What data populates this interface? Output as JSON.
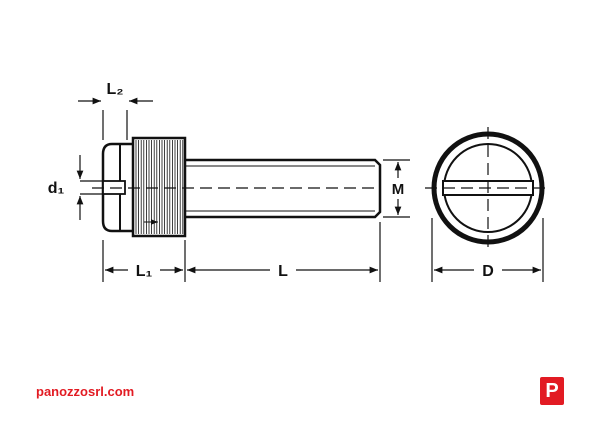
{
  "labels": {
    "l2": "L₂",
    "d1": "d₁",
    "m": "M",
    "l1": "L₁",
    "l": "L",
    "d": "D"
  },
  "footer": {
    "website": "panozzosrl.com",
    "logo_letter": "P"
  },
  "colors": {
    "line": "#111111",
    "brand": "#e21b23"
  },
  "icons": {
    "logo": "panozzo-logo-icon"
  }
}
